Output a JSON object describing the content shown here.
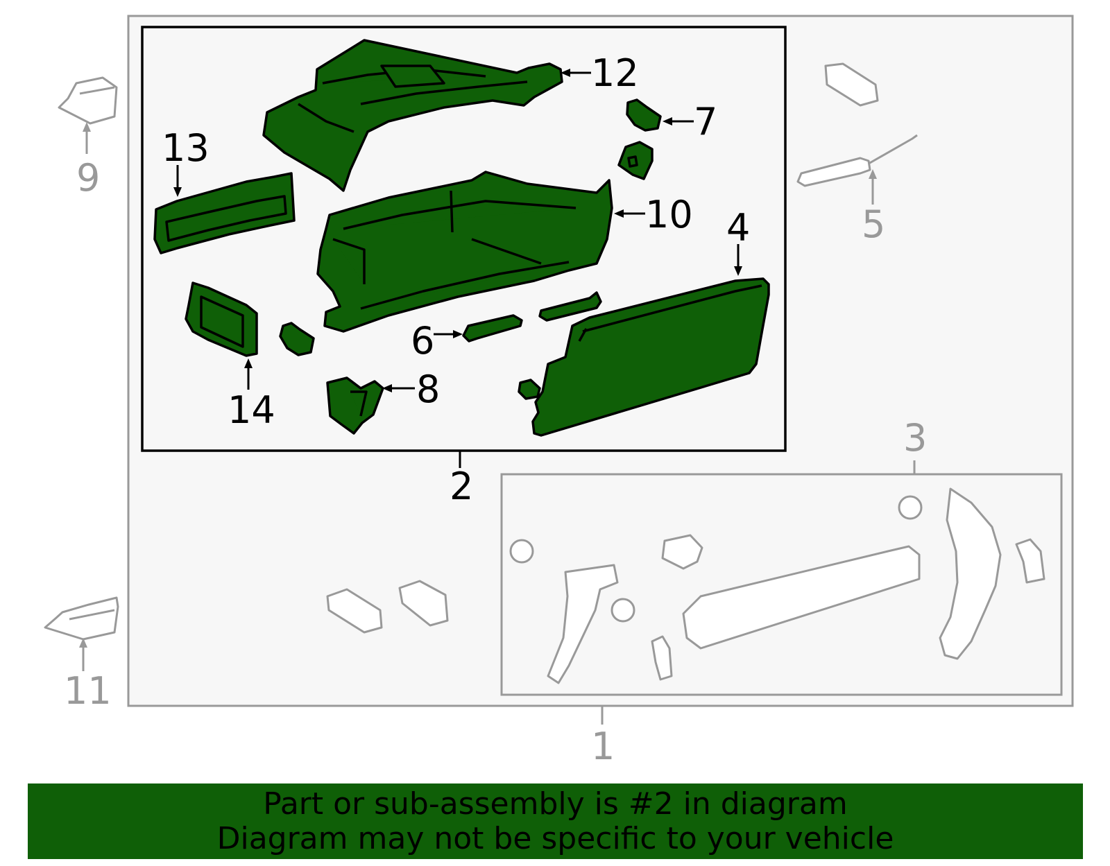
{
  "callouts": {
    "c1": "1",
    "c2": "2",
    "c3": "3",
    "c4": "4",
    "c5": "5",
    "c6": "6",
    "c7": "7",
    "c8": "8",
    "c9": "9",
    "c10": "10",
    "c11": "11",
    "c12": "12",
    "c13": "13",
    "c14": "14"
  },
  "colors": {
    "highlight": "#0f5f07",
    "outline": "#000000",
    "unselected": "#999999",
    "panel": "#f7f7f7"
  },
  "banner": {
    "line1": "Part or sub-assembly is #2 in diagram",
    "line2": "Diagram may not be specific to your vehicle"
  }
}
